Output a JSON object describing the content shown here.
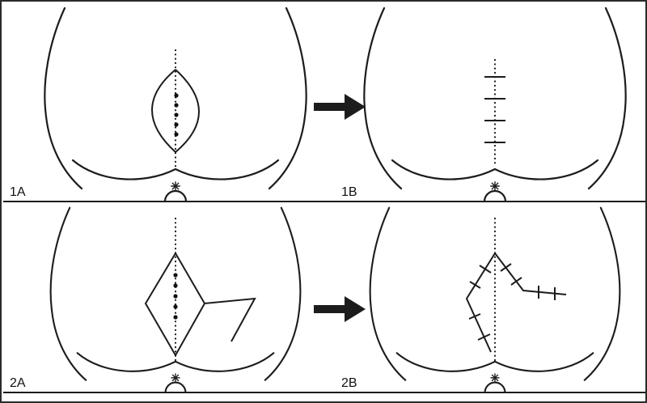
{
  "figure": {
    "colors": {
      "line": "#1c1c1c",
      "background": "#ffffff",
      "border": "#2b2b2b"
    },
    "icons": {
      "arrow_top": "right-arrow",
      "arrow_bottom": "right-arrow",
      "anus_marker": "asterisk-star"
    },
    "panels": [
      {
        "label": "1A"
      },
      {
        "label": "1B"
      },
      {
        "label": "2A"
      },
      {
        "label": "2B"
      }
    ]
  }
}
